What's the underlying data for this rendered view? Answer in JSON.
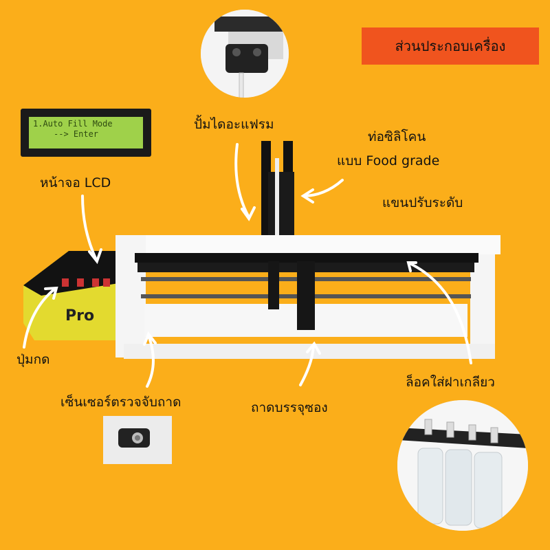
{
  "title": "ส่วนประกอบเครื่อง",
  "lcd_text": {
    "line1": "1.Auto Fill Mode",
    "line2": "--> Enter"
  },
  "brand_label": "Pro",
  "labels": {
    "diaphragm_pump": "ปั้มไดอะแฟรม",
    "silicone_tube_1": "ท่อซิลิโคน",
    "silicone_tube_2": "แบบ Food grade",
    "adjust_arm": "แขนปรับระดับ",
    "lcd_screen": "หน้าจอ LCD",
    "push_button": "ปุ่มกด",
    "tray_sensor": "เซ็นเซอร์ตรวจจับถาด",
    "pouch_tray": "ถาดบรรจุซอง",
    "cap_lock": "ล็อคใส่ฝาเกลียว"
  },
  "colors": {
    "background": "#FBAE1A",
    "title_box": "#F0541E"
  }
}
